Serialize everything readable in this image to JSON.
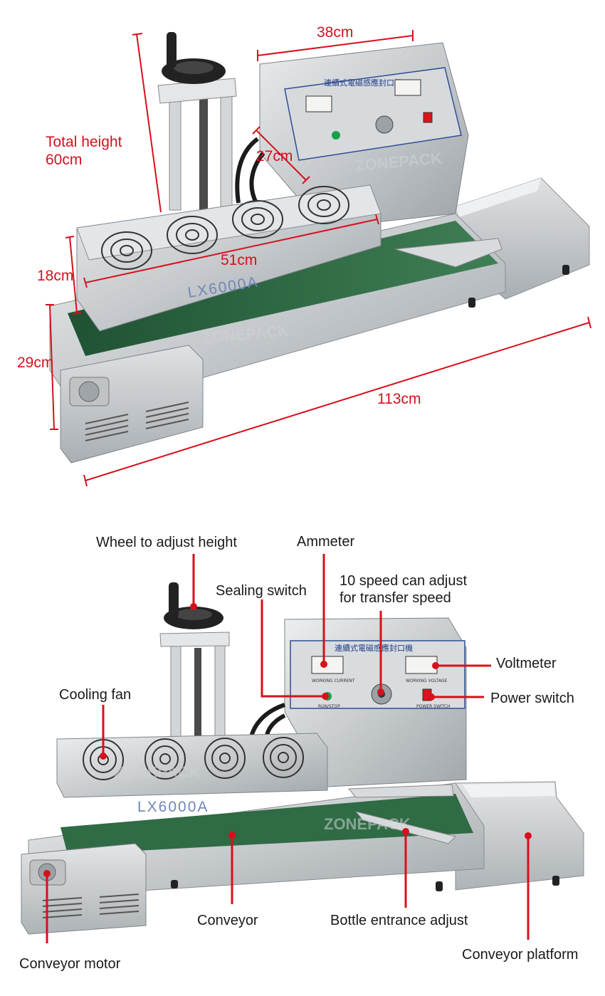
{
  "model": "LX6000A",
  "watermark": "ZONEPACK",
  "panel_title": "連續式電磁感應封口機",
  "meter_left_label": "WORKING CURRENT",
  "meter_right_label": "WORKING VOLTAGE",
  "switch_left_label": "RUN/STOP",
  "switch_right_label": "POWER SWITCH",
  "dimensions": {
    "width_top": "38cm",
    "total_height_line1": "Total height",
    "total_height_line2": "60cm",
    "depth_head": "27cm",
    "fan_length": "51cm",
    "head_height": "18cm",
    "conveyor_height": "29cm",
    "total_length": "113cm"
  },
  "callouts": {
    "wheel": "Wheel to adjust height",
    "ammeter": "Ammeter",
    "speed_line1": "10 speed can adjust",
    "speed_line2": "for transfer speed",
    "sealing_switch": "Sealing switch",
    "voltmeter": "Voltmeter",
    "power_switch": "Power switch",
    "cooling_fan": "Cooling fan",
    "conveyor": "Conveyor",
    "bottle_entrance": "Bottle entrance adjust",
    "conveyor_platform": "Conveyor platform",
    "conveyor_motor": "Conveyor motor"
  },
  "colors": {
    "annotation": "#d7101c",
    "steel": "#c9cdd0",
    "belt": "#2f6b44",
    "panel_line": "#2d4e96"
  }
}
